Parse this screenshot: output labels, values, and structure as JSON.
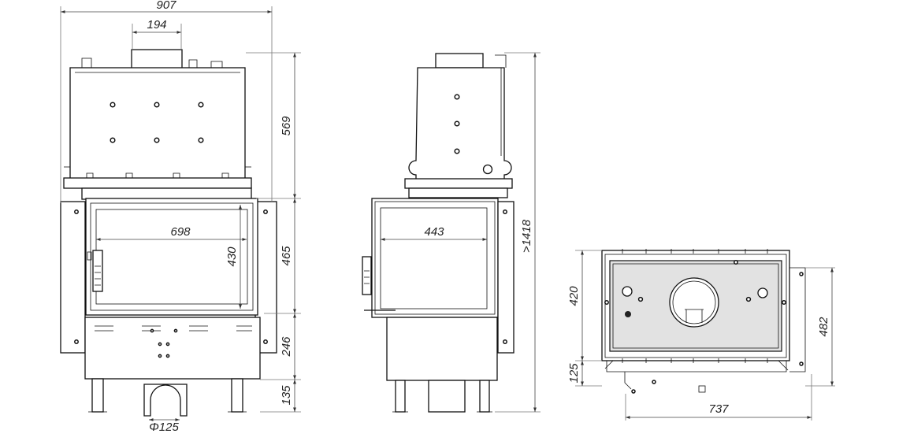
{
  "dimensions": {
    "front_width": "907",
    "flue_width": "194",
    "top_height": "569",
    "door_height": "465",
    "base_height": "246",
    "leg_height": "135",
    "flue_diameter": "Φ125",
    "front_glass_width": "698",
    "glass_height": "430",
    "side_glass_width": "443",
    "total_height": ">1418",
    "plan_depth": "420",
    "plan_offset": "125",
    "plan_width": "737",
    "plan_side_depth": "482"
  }
}
